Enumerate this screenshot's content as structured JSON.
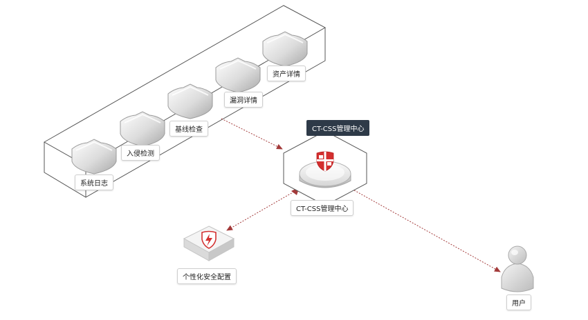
{
  "diagram": {
    "modules": [
      {
        "label": "系统日志"
      },
      {
        "label": "入侵检测"
      },
      {
        "label": "基线检查"
      },
      {
        "label": "漏洞详情"
      },
      {
        "label": "资产详情"
      }
    ],
    "center": {
      "title_tag": "CT-CSS管理中心",
      "label": "CT-CSS管理中心"
    },
    "policy_node": {
      "label": "个性化安全配置"
    },
    "user_node": {
      "label": "用户"
    },
    "colors": {
      "accent_red": "#d32f2f",
      "connector": "#a33a3a",
      "tag_bg": "#2e3a48",
      "box_line": "#555555"
    },
    "icons": [
      "shield-icon",
      "shield-cross-icon",
      "shield-bolt-icon",
      "user-icon"
    ]
  }
}
